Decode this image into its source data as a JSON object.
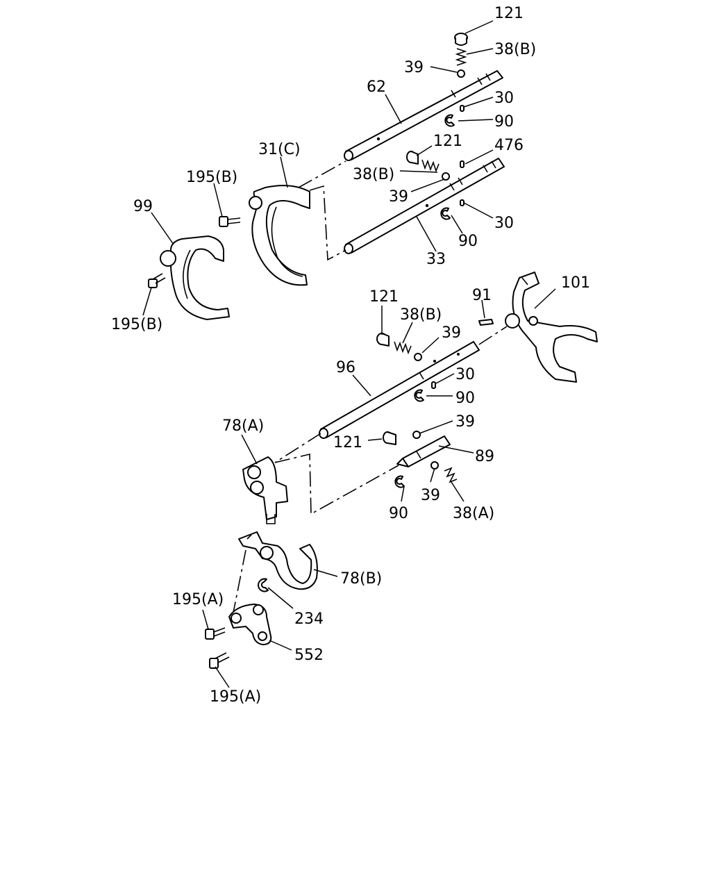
{
  "labels": {
    "c121_top": "121",
    "c38b_top": "38(B)",
    "c39_top": "39",
    "c62": "62",
    "c30_top": "30",
    "c90_top": "90",
    "c31c": "31(C)",
    "c121_b": "121",
    "c476": "476",
    "c38b_b": "38(B)",
    "c39_b": "39",
    "c195b_top": "195(B)",
    "c99": "99",
    "c30_b": "30",
    "c90_b": "90",
    "c33": "33",
    "c195b_bot": "195(B)",
    "c121_c": "121",
    "c38b_c": "38(B)",
    "c39_c": "39",
    "c91": "91",
    "c101": "101",
    "c96": "96",
    "c30_c": "30",
    "c90_c": "90",
    "c78a": "78(A)",
    "c121_d": "121",
    "c39_d": "39",
    "c89": "89",
    "c90_d": "90",
    "c39_e": "39",
    "c38a": "38(A)",
    "c78b": "78(B)",
    "c195a_top": "195(A)",
    "c234": "234",
    "c552": "552",
    "c195a_bot": "195(A)"
  }
}
